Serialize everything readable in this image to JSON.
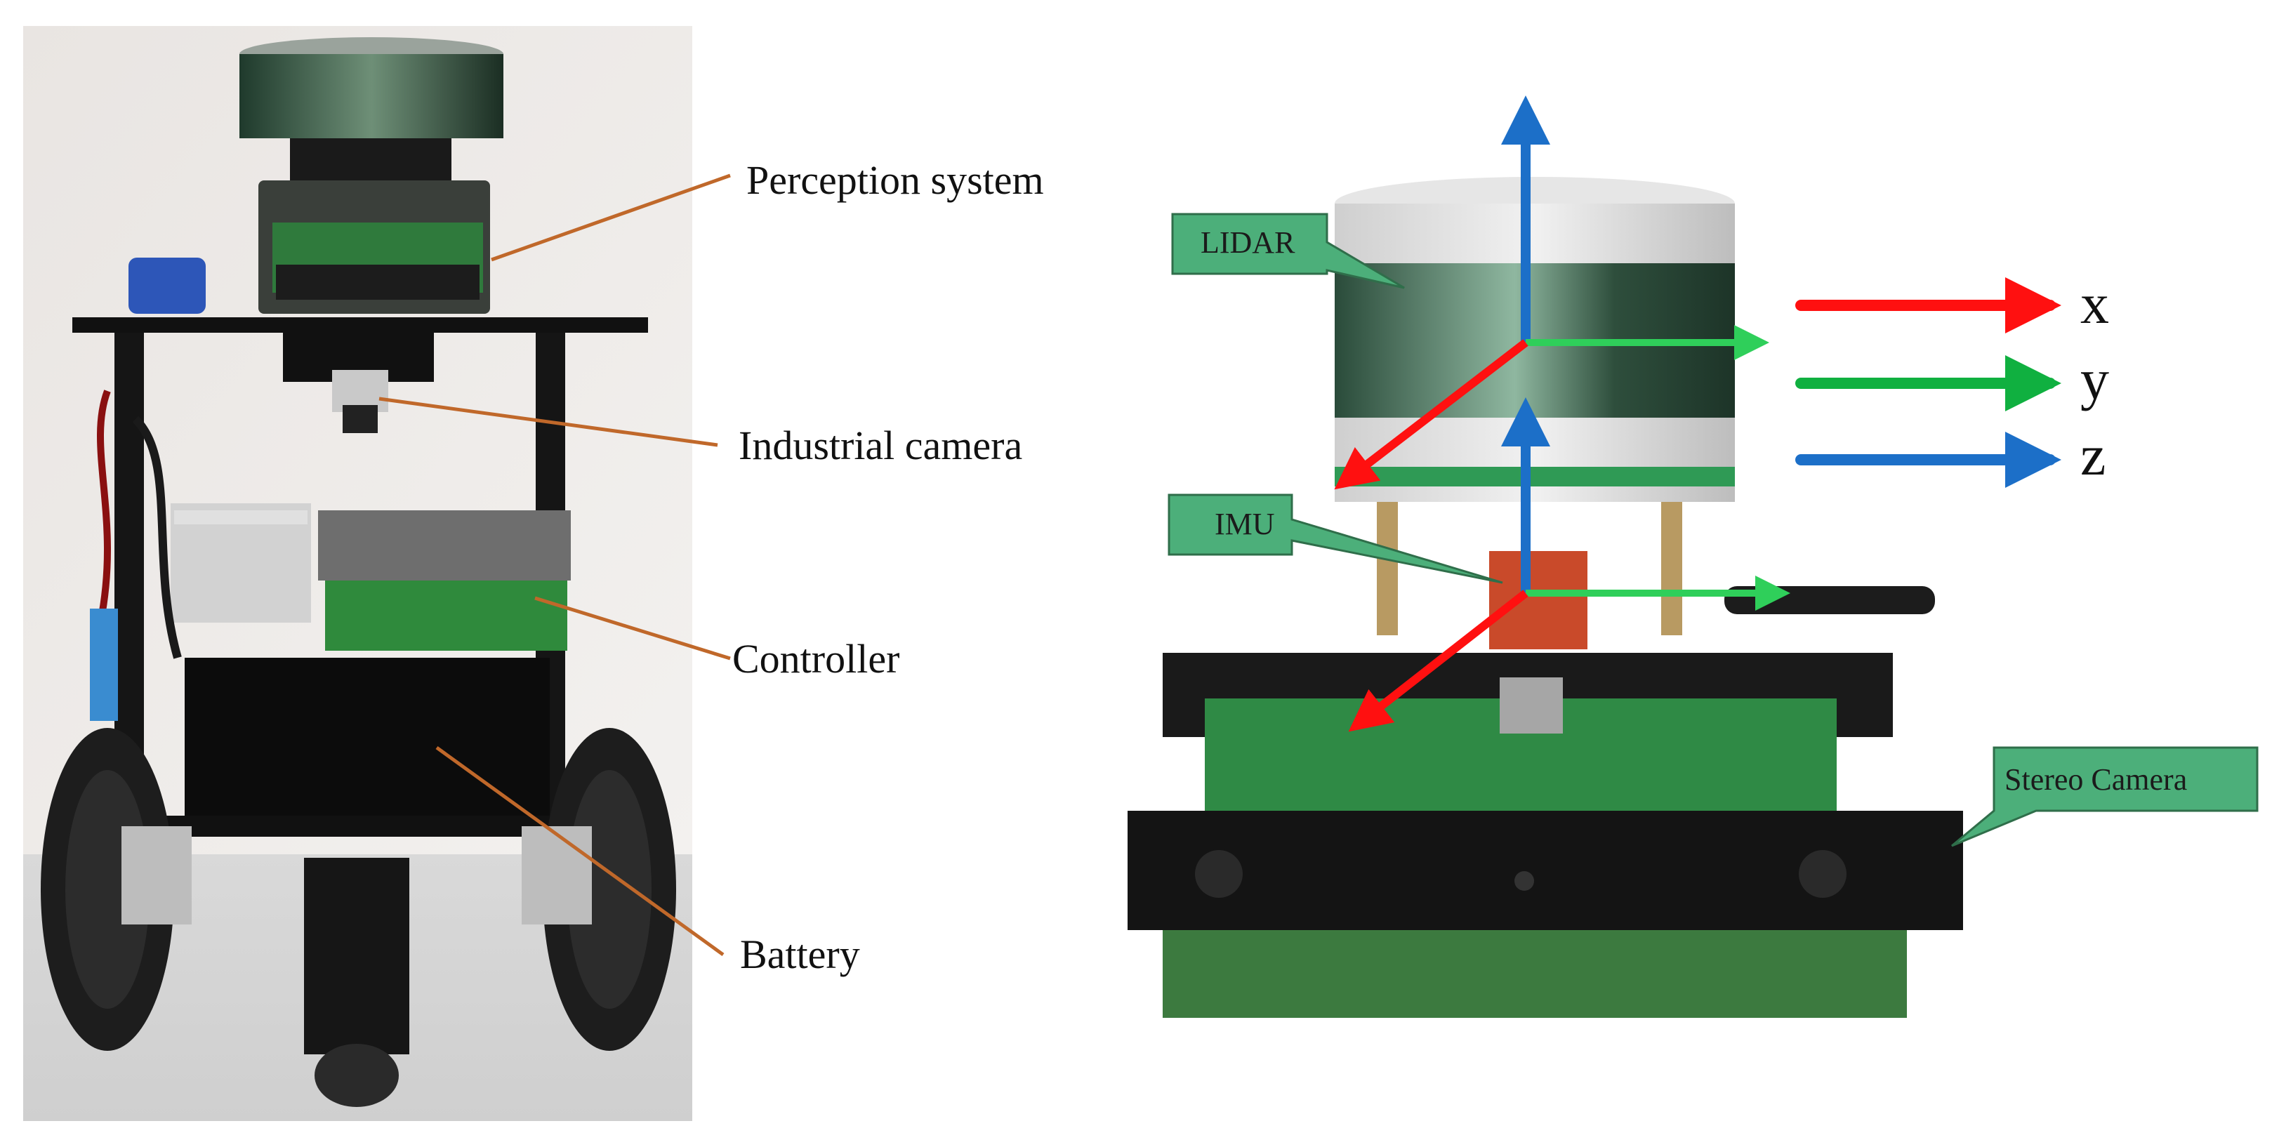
{
  "left_labels": {
    "perception": "Perception system",
    "industrial_camera": "Industrial camera",
    "controller": "Controller",
    "battery": "Battery"
  },
  "right_callouts": {
    "lidar": "LIDAR",
    "imu": "IMU",
    "stereo_camera": "Stereo Camera"
  },
  "axes_legend": [
    {
      "letter": "x",
      "color": "#ff1010"
    },
    {
      "letter": "y",
      "color": "#10b040"
    },
    {
      "letter": "z",
      "color": "#1c6fc8"
    }
  ],
  "colors": {
    "leader_line": "#c0682a",
    "callout_fill": "#4caf7a",
    "callout_stroke": "#2f6e4a",
    "x_axis": "#ff1010",
    "y_axis": "#2fcf5a",
    "z_axis": "#1c6fc8"
  }
}
